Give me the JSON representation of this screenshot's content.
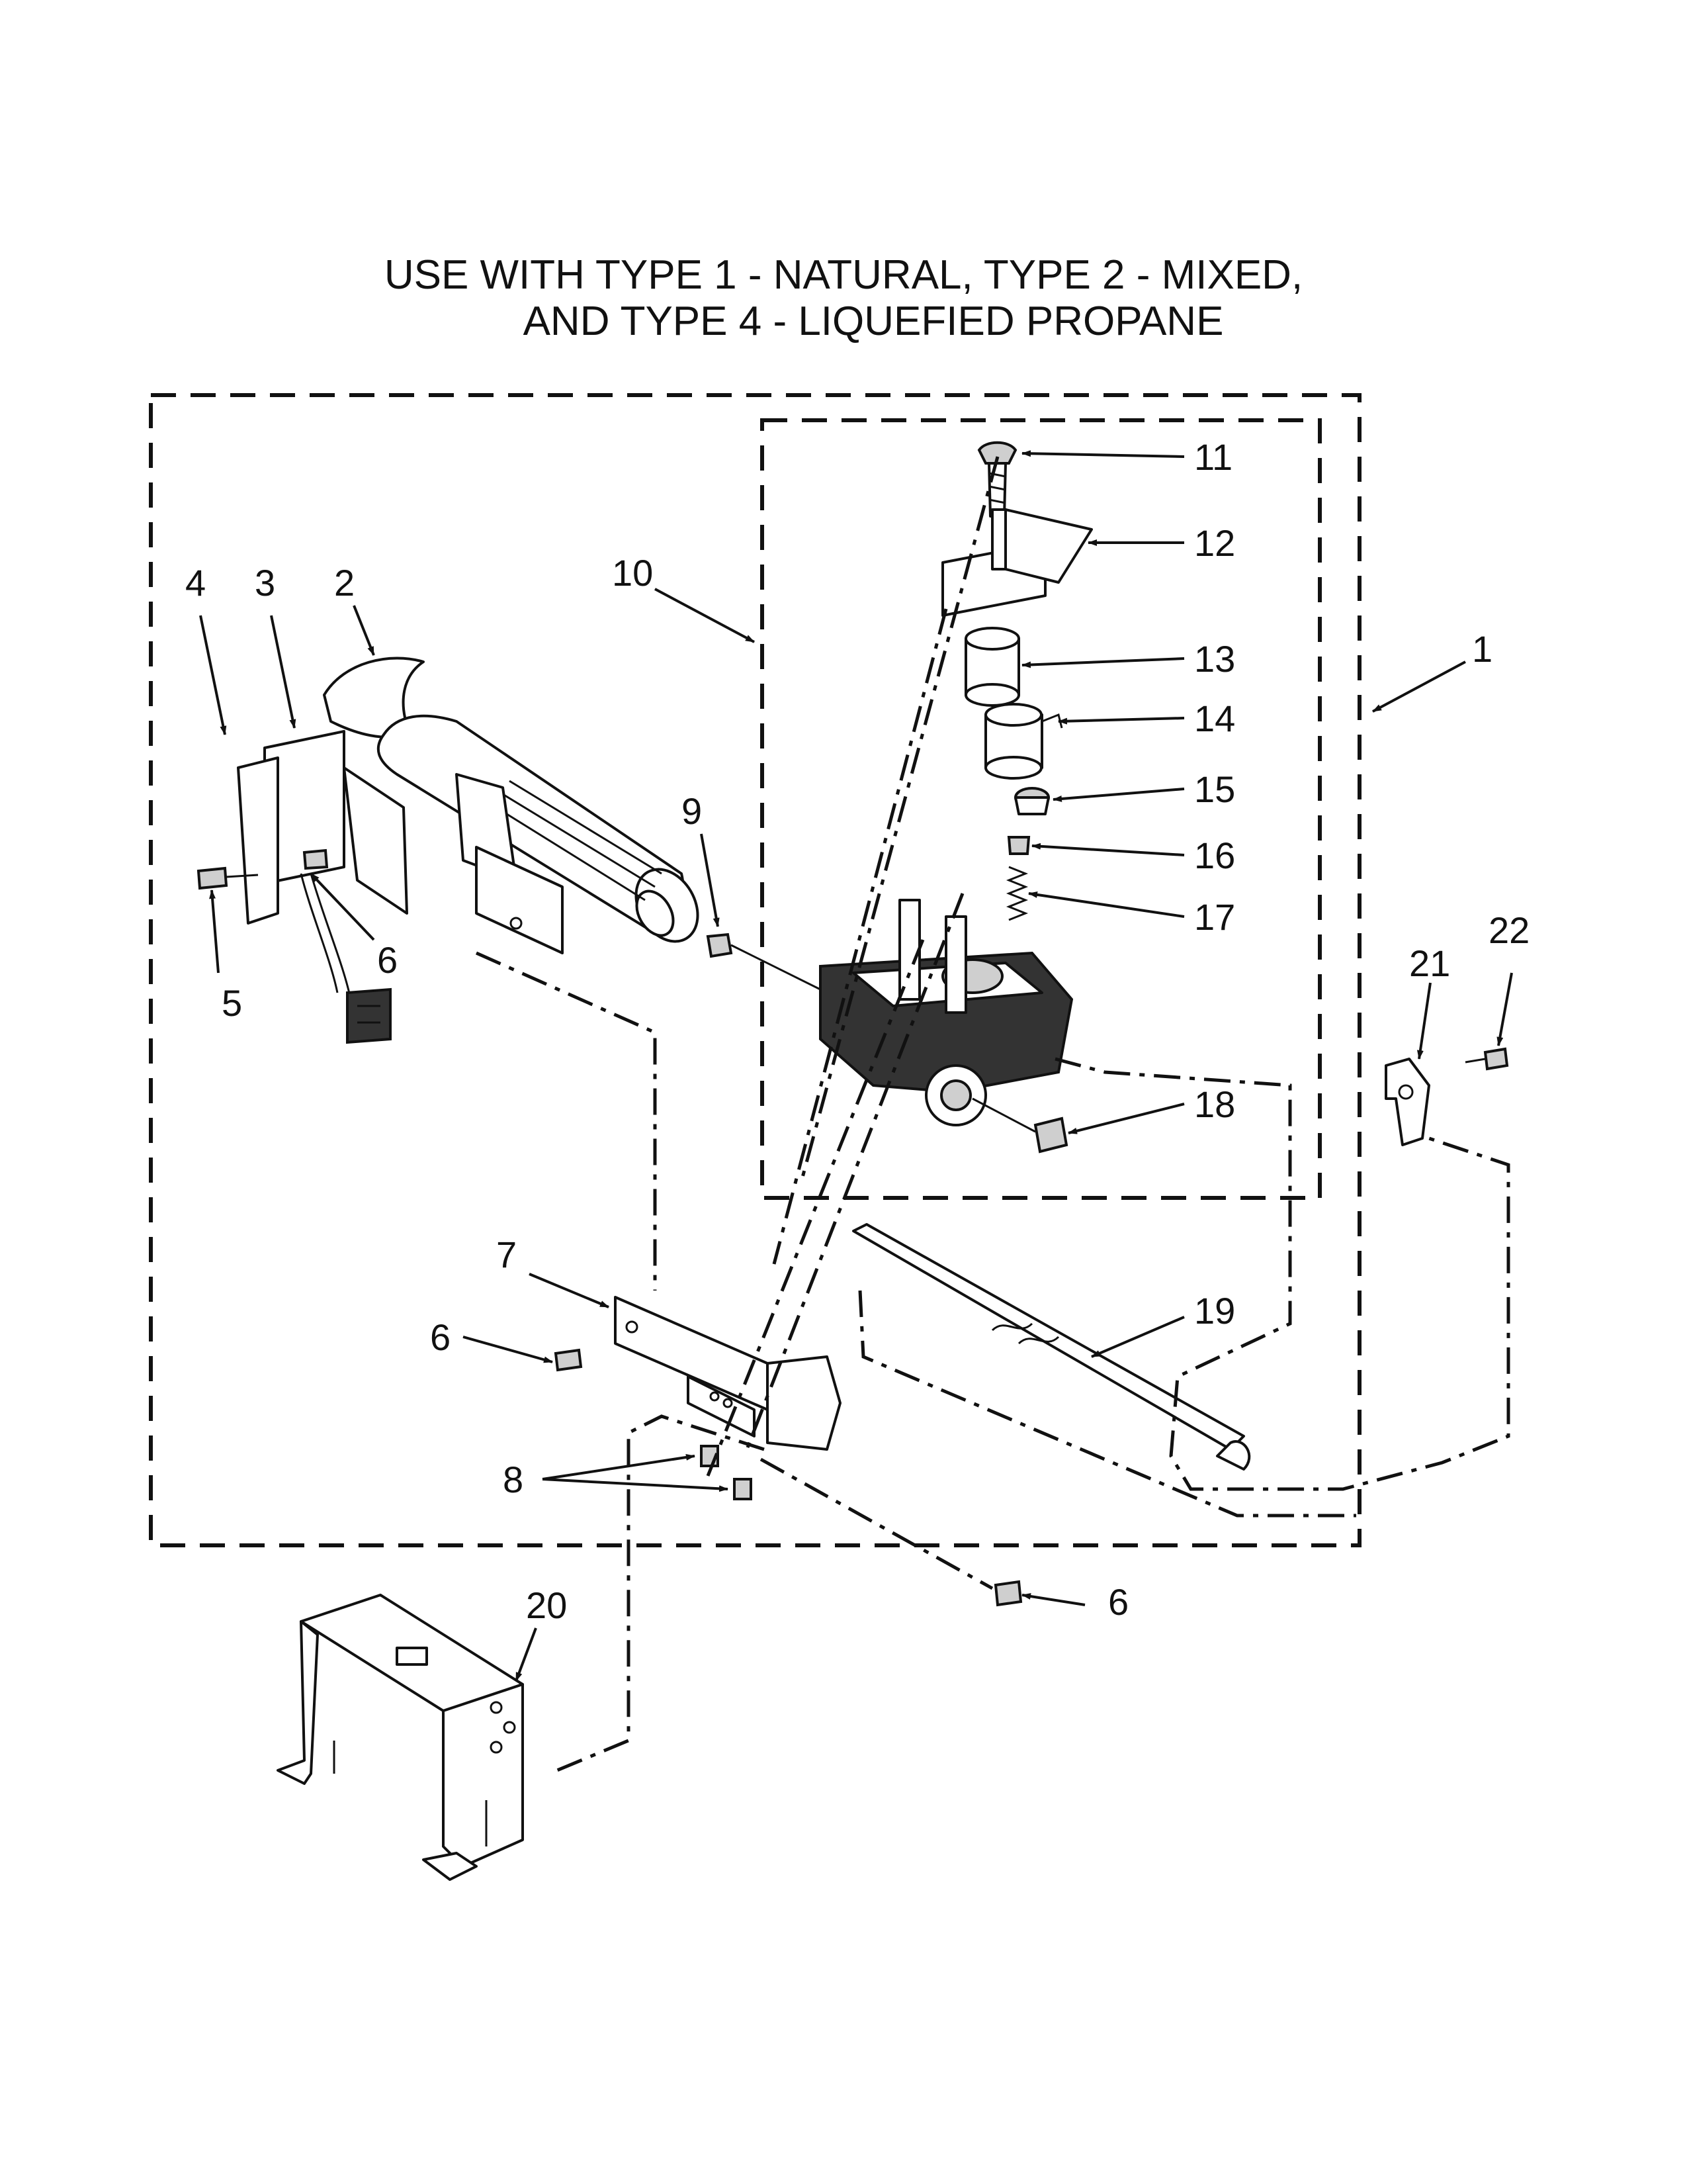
{
  "title": {
    "line1": "USE WITH TYPE 1 - NATURAL, TYPE 2 - MIXED,",
    "line2": "AND TYPE 4 - LIQUEFIED PROPANE"
  },
  "callouts": [
    {
      "id": "c1",
      "text": "1"
    },
    {
      "id": "c2",
      "text": "2"
    },
    {
      "id": "c3",
      "text": "3"
    },
    {
      "id": "c4",
      "text": "4"
    },
    {
      "id": "c5",
      "text": "5"
    },
    {
      "id": "c6a",
      "text": "6"
    },
    {
      "id": "c6b",
      "text": "6"
    },
    {
      "id": "c6c",
      "text": "6"
    },
    {
      "id": "c7",
      "text": "7"
    },
    {
      "id": "c8",
      "text": "8"
    },
    {
      "id": "c9",
      "text": "9"
    },
    {
      "id": "c10",
      "text": "10"
    },
    {
      "id": "c11",
      "text": "11"
    },
    {
      "id": "c12",
      "text": "12"
    },
    {
      "id": "c13",
      "text": "13"
    },
    {
      "id": "c14",
      "text": "14"
    },
    {
      "id": "c15",
      "text": "15"
    },
    {
      "id": "c16",
      "text": "16"
    },
    {
      "id": "c17",
      "text": "17"
    },
    {
      "id": "c18",
      "text": "18"
    },
    {
      "id": "c19",
      "text": "19"
    },
    {
      "id": "c20",
      "text": "20"
    },
    {
      "id": "c21",
      "text": "21"
    },
    {
      "id": "c22",
      "text": "22"
    }
  ]
}
